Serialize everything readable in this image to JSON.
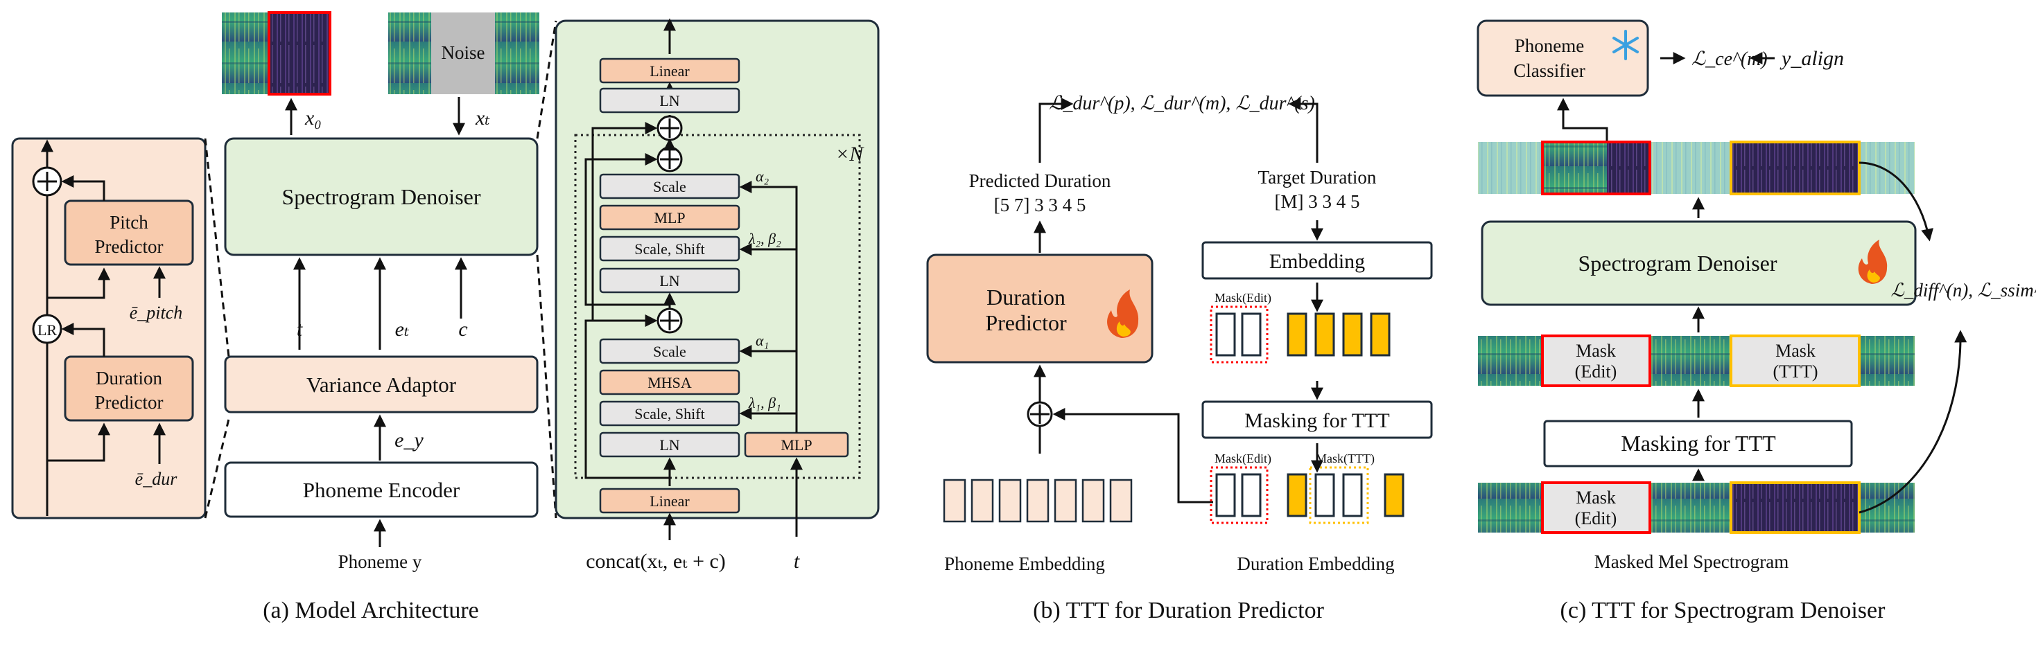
{
  "captions": {
    "a": "(a) Model Architecture",
    "b": "(b) TTT for Duration Predictor",
    "c": "(c) TTT for Spectrogram Denoiser"
  },
  "panel_a": {
    "spectrogram_denoiser": "Spectrogram Denoiser",
    "variance_adaptor": "Variance Adaptor",
    "phoneme_encoder": "Phoneme Encoder",
    "phoneme_input": "Phoneme y",
    "noise": "Noise",
    "x0": "x₀",
    "xt": "xₜ",
    "t": "t",
    "et": "eₜ",
    "c": "c",
    "ey": "e_y",
    "pitch_predictor": [
      "Pitch",
      "Predictor"
    ],
    "duration_predictor": [
      "Duration",
      "Predictor"
    ],
    "lr": "LR",
    "e_pitch": "ē_pitch",
    "e_dur": "ē_dur",
    "block": {
      "linear_top": "Linear",
      "ln_top": "LN",
      "repeat": "×N",
      "scale2": "Scale",
      "mlp1": "MLP",
      "scale_shift2": "Scale, Shift",
      "ln2": "LN",
      "scale1": "Scale",
      "mhsa": "MHSA",
      "scale_shift1": "Scale, Shift",
      "ln1": "LN",
      "mlp_cond": "MLP",
      "linear_bottom": "Linear",
      "alpha2": "α₂",
      "lb2": "λ₂, β₂",
      "alpha1": "α₁",
      "lb1": "λ₁, β₁",
      "concat_input": "concat(xₜ, eₜ + c)",
      "t_input": "t"
    }
  },
  "panel_b": {
    "loss": "ℒ_dur^(p), ℒ_dur^(m), ℒ_dur^(s)",
    "predicted_duration_label": "Predicted Duration",
    "predicted_duration_values": "[5  7]  3  3  4  5",
    "target_duration_label": "Target Duration",
    "target_duration_values": "[M] 3  3  4  5",
    "duration_predictor": [
      "Duration",
      "Predictor"
    ],
    "embedding": "Embedding",
    "masking_ttt": "Masking for TTT",
    "mask_edit": "Mask(Edit)",
    "mask_ttt": "Mask(TTT)",
    "phoneme_embedding": "Phoneme Embedding",
    "duration_embedding": "Duration Embedding"
  },
  "panel_c": {
    "phoneme_classifier": [
      "Phoneme",
      "Classifier"
    ],
    "loss_ce": "ℒ_ce^(m)",
    "y_align": "y_align",
    "spectrogram_denoiser": "Spectrogram Denoiser",
    "loss_diff": "ℒ_diff^(n), ℒ_ssim^(n)",
    "masking_ttt": "Masking for TTT",
    "mask_edit": [
      "Mask",
      "(Edit)"
    ],
    "mask_ttt": [
      "Mask",
      "(TTT)"
    ],
    "masked_mel": "Masked Mel Spectrogram"
  },
  "icons": [
    "fire-icon",
    "snowflake-icon",
    "plus-circle-icon",
    "arrow-icon"
  ],
  "colors": {
    "orange_fill": "#f8cbad",
    "light_orange": "#fbe5d6",
    "green_fill": "#e2f0d9",
    "gray_fill": "#e7e6e6",
    "yellow": "#ffc000",
    "red_outline": "#ff0000",
    "dark": "#1f2d3a"
  }
}
